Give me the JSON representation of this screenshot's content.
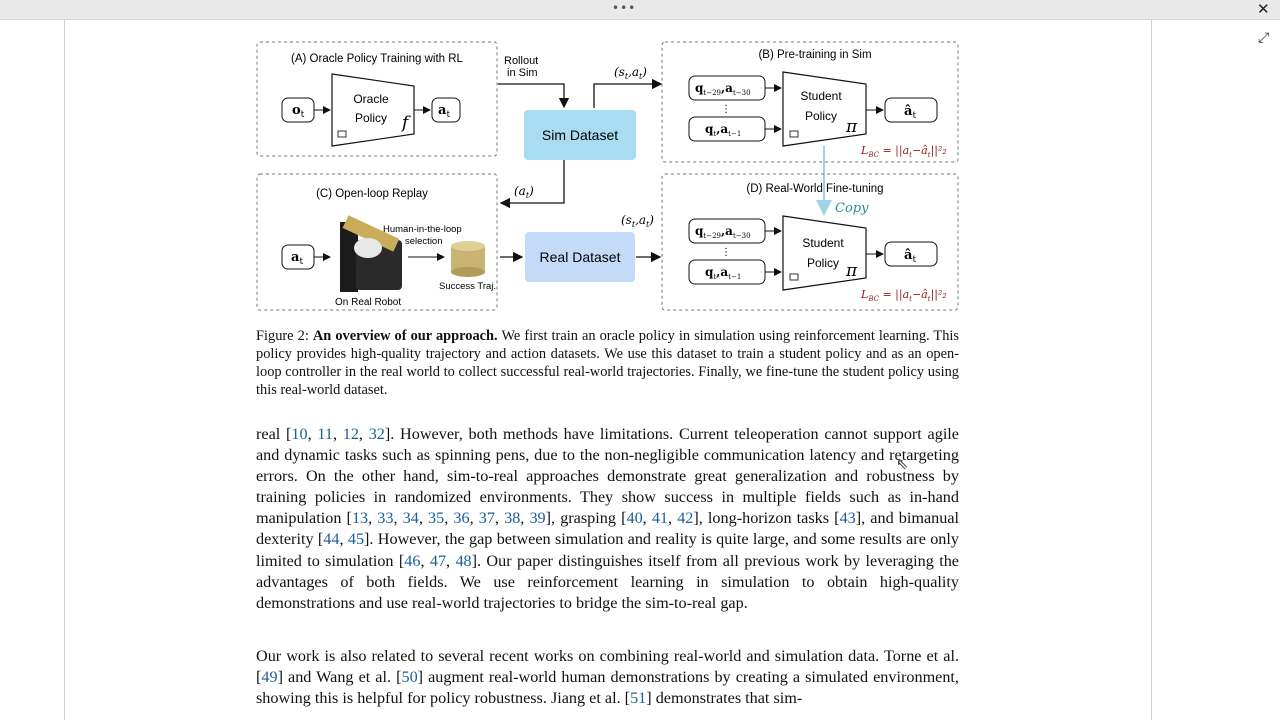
{
  "window": {
    "dots": "•••",
    "close_icon": "✕",
    "expand_icon": "⤢"
  },
  "figure": {
    "panel_a_title": "(A) Oracle Policy Training with RL",
    "panel_b_title": "(B) Pre-training in Sim",
    "panel_c_title": "(C) Open-loop Replay",
    "panel_d_title": "(D) Real-World   Fine-tuning",
    "rollout": "Rollout",
    "in_sim": "in Sim",
    "sim_dataset": "Sim Dataset",
    "real_dataset": "Real Dataset",
    "oracle_l1": "Oracle",
    "oracle_l2": "Policy",
    "oracle_sym": "f",
    "student_l1": "Student",
    "student_l2": "Policy",
    "student_sym": "π",
    "o_t": "o",
    "a_t": "a",
    "a_hat": "â",
    "st_at": "(s",
    "at_paren": "(a",
    "q_row1": "q",
    "q_row2": "q",
    "copy": "Copy",
    "hitl_1": "Human-in-the-loop",
    "hitl_2": "selection",
    "success": "Success Traj.",
    "on_robot": "On Real Robot",
    "loss": "L"
  },
  "caption": {
    "label": "Figure 2:",
    "bold": "An overview of our approach.",
    "text": "We first train an oracle policy in simulation using reinforcement learning. This policy provides high-quality trajectory and action datasets. We use this dataset to train a student policy and as an open-loop controller in the real world to collect successful real-world trajectories. Finally, we fine-tune the student policy using this real-world dataset."
  },
  "paragraph1": {
    "s1": "real [",
    "c1": "10",
    "c2": "11",
    "c3": "12",
    "c4": "32",
    "s2": "]. However, both methods have limitations. Current teleoperation cannot support agile and dynamic tasks such as spinning pens, due to the non-negligible communication latency and retargeting errors. On the other hand, sim-to-real approaches demonstrate great generalization and robustness by training policies in randomized environments. They show success in multiple fields such as in-hand manipulation [",
    "c5": "13",
    "c6": "33",
    "c7": "34",
    "c8": "35",
    "c9": "36",
    "c10": "37",
    "c11": "38",
    "c12": "39",
    "s3": "], grasping [",
    "c13": "40",
    "c14": "41",
    "c15": "42",
    "s4": "], long-horizon tasks [",
    "c16": "43",
    "s5": "], and bimanual dexterity [",
    "c17": "44",
    "c18": "45",
    "s6": "]. However, the gap between simulation and reality is quite large, and some results are only limited to simulation [",
    "c19": "46",
    "c20": "47",
    "c21": "48",
    "s7": "]. Our paper distinguishes itself from all previous work by leveraging the advantages of both fields. We use reinforcement learning in simulation to obtain high-quality demonstrations and use real-world trajectories to bridge the sim-to-real gap."
  },
  "paragraph2": {
    "s1": "Our work is also related to several recent works on combining real-world and simulation data. Torne et al. [",
    "c1": "49",
    "s2": "] and Wang et al. [",
    "c2": "50",
    "s3": "] augment real-world human demonstrations by creating a simulated environment, showing this is helpful for policy robustness. Jiang et al. [",
    "c3": "51",
    "s4": "] demonstrates that sim-"
  },
  "colors": {
    "sim_box": "#a9dcf0",
    "real_box": "#c4dbf7",
    "loss": "#8b1a1a",
    "copy": "#2a8a9e",
    "cite": "#1a5e9e"
  }
}
